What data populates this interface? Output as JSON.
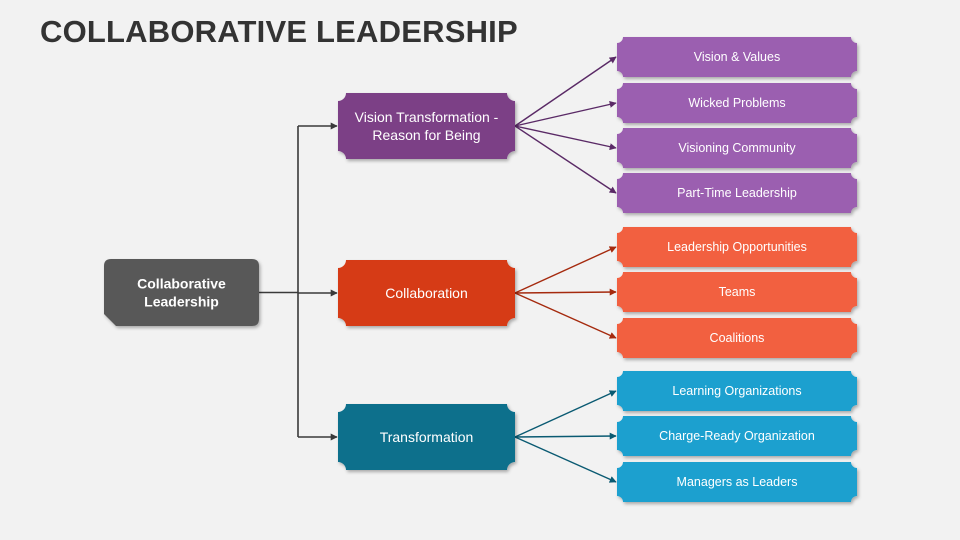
{
  "title": "COLLABORATIVE LEADERSHIP",
  "colors": {
    "root": "#595959",
    "purple_mid": "#7b3f86",
    "purple_leaf": "#9b5fb0",
    "red_mid": "#d63a12",
    "red_leaf": "#f2603f",
    "teal_mid": "#0a6f8c",
    "teal_leaf": "#1aa0cf",
    "connector": "#3a3a3a"
  },
  "root": {
    "label": [
      "Collaborative",
      "Leadership"
    ]
  },
  "branches": [
    {
      "label": [
        "Vision Transformation -",
        "Reason for Being"
      ],
      "color_key": "purple",
      "children": [
        "Vision & Values",
        "Wicked Problems",
        "Visioning Community",
        "Part-Time Leadership"
      ]
    },
    {
      "label": [
        "Collaboration"
      ],
      "color_key": "red",
      "children": [
        "Leadership Opportunities",
        "Teams",
        "Coalitions"
      ]
    },
    {
      "label": [
        "Transformation"
      ],
      "color_key": "teal",
      "children": [
        "Learning Organizations",
        "Charge-Ready Organization",
        "Managers as Leaders"
      ]
    }
  ]
}
